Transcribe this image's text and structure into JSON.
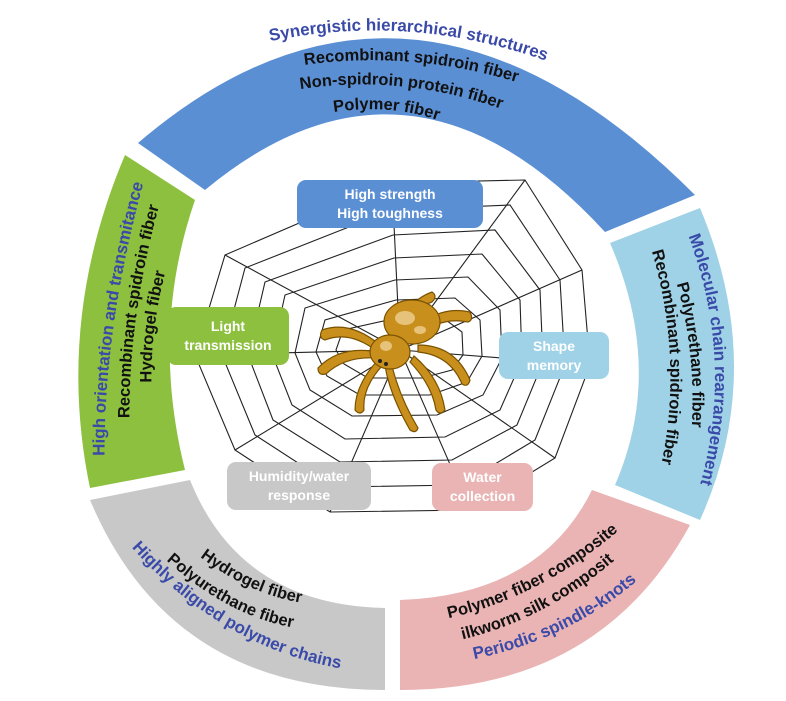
{
  "center": {
    "top": {
      "lines": [
        "High strength",
        "High toughness"
      ],
      "color": "#5b8fd4"
    },
    "left": {
      "lines": [
        "Light",
        "transmission"
      ],
      "color": "#8dc03f"
    },
    "right": {
      "lines": [
        "Shape",
        "memory"
      ],
      "color": "#9fd2e6"
    },
    "bottom_left": {
      "lines": [
        "Humidity/water",
        "response"
      ],
      "color": "#c8c8c8"
    },
    "bottom_right": {
      "lines": [
        "Water",
        "collection"
      ],
      "color": "#eab4b4"
    }
  },
  "ring": {
    "top": {
      "title": "Synergistic hierarchical structures",
      "items": [
        "Recombinant spidroin fiber",
        "Non-spidroin protein fiber",
        "Polymer fiber"
      ],
      "color": "#5b8fd4"
    },
    "right": {
      "title": "Molecular chain rearrangement",
      "items": [
        "Polyurethane fiber",
        "Recombinant spidroin fiber"
      ],
      "color": "#9fd2e6"
    },
    "bottom_right": {
      "title": "Periodic spindle-knots",
      "items": [
        "Polymer fiber composite",
        "Silkworm silk  composite"
      ],
      "color": "#eab4b4"
    },
    "bottom_left": {
      "title": "Highly aligned polymer chains",
      "items": [
        "Hydrogel fiber",
        "Polyurethane fiber"
      ],
      "color": "#c8c8c8"
    },
    "left": {
      "title": "High orientation and transmitance",
      "items": [
        "Recombinant spidroin fiber",
        "Hydrogel fiber"
      ],
      "color": "#8dc03f"
    }
  },
  "colors": {
    "title_text": "#3a4aa8",
    "web": "#222222",
    "spider": "#c98f1c"
  }
}
